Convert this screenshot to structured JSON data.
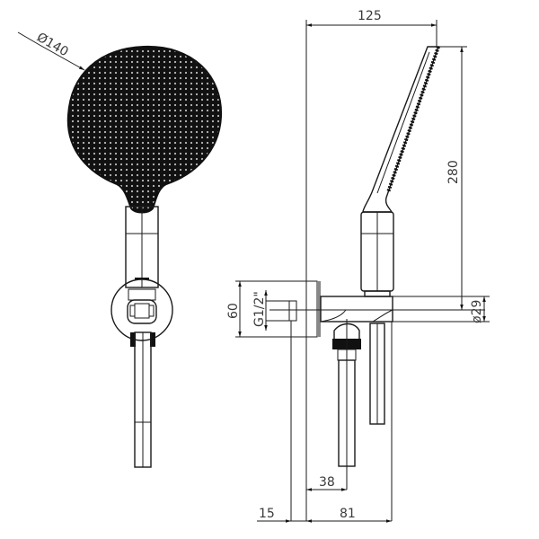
{
  "drawing": {
    "type": "technical-drawing",
    "subject": "hand shower with wall outlet holder",
    "views": [
      "front view",
      "side view"
    ],
    "line_color": "#1a1a1a",
    "text_color": "#3a3a3a",
    "background": "#ffffff"
  },
  "dimensions": {
    "head_diameter": "Ø140",
    "overall_depth": "125",
    "overall_height": "280",
    "outlet_diameter": "ø29",
    "holder_height": "60",
    "thread": "G1/2\"",
    "inlet_offset": "38",
    "wall_plate": "15",
    "projection": "81"
  }
}
